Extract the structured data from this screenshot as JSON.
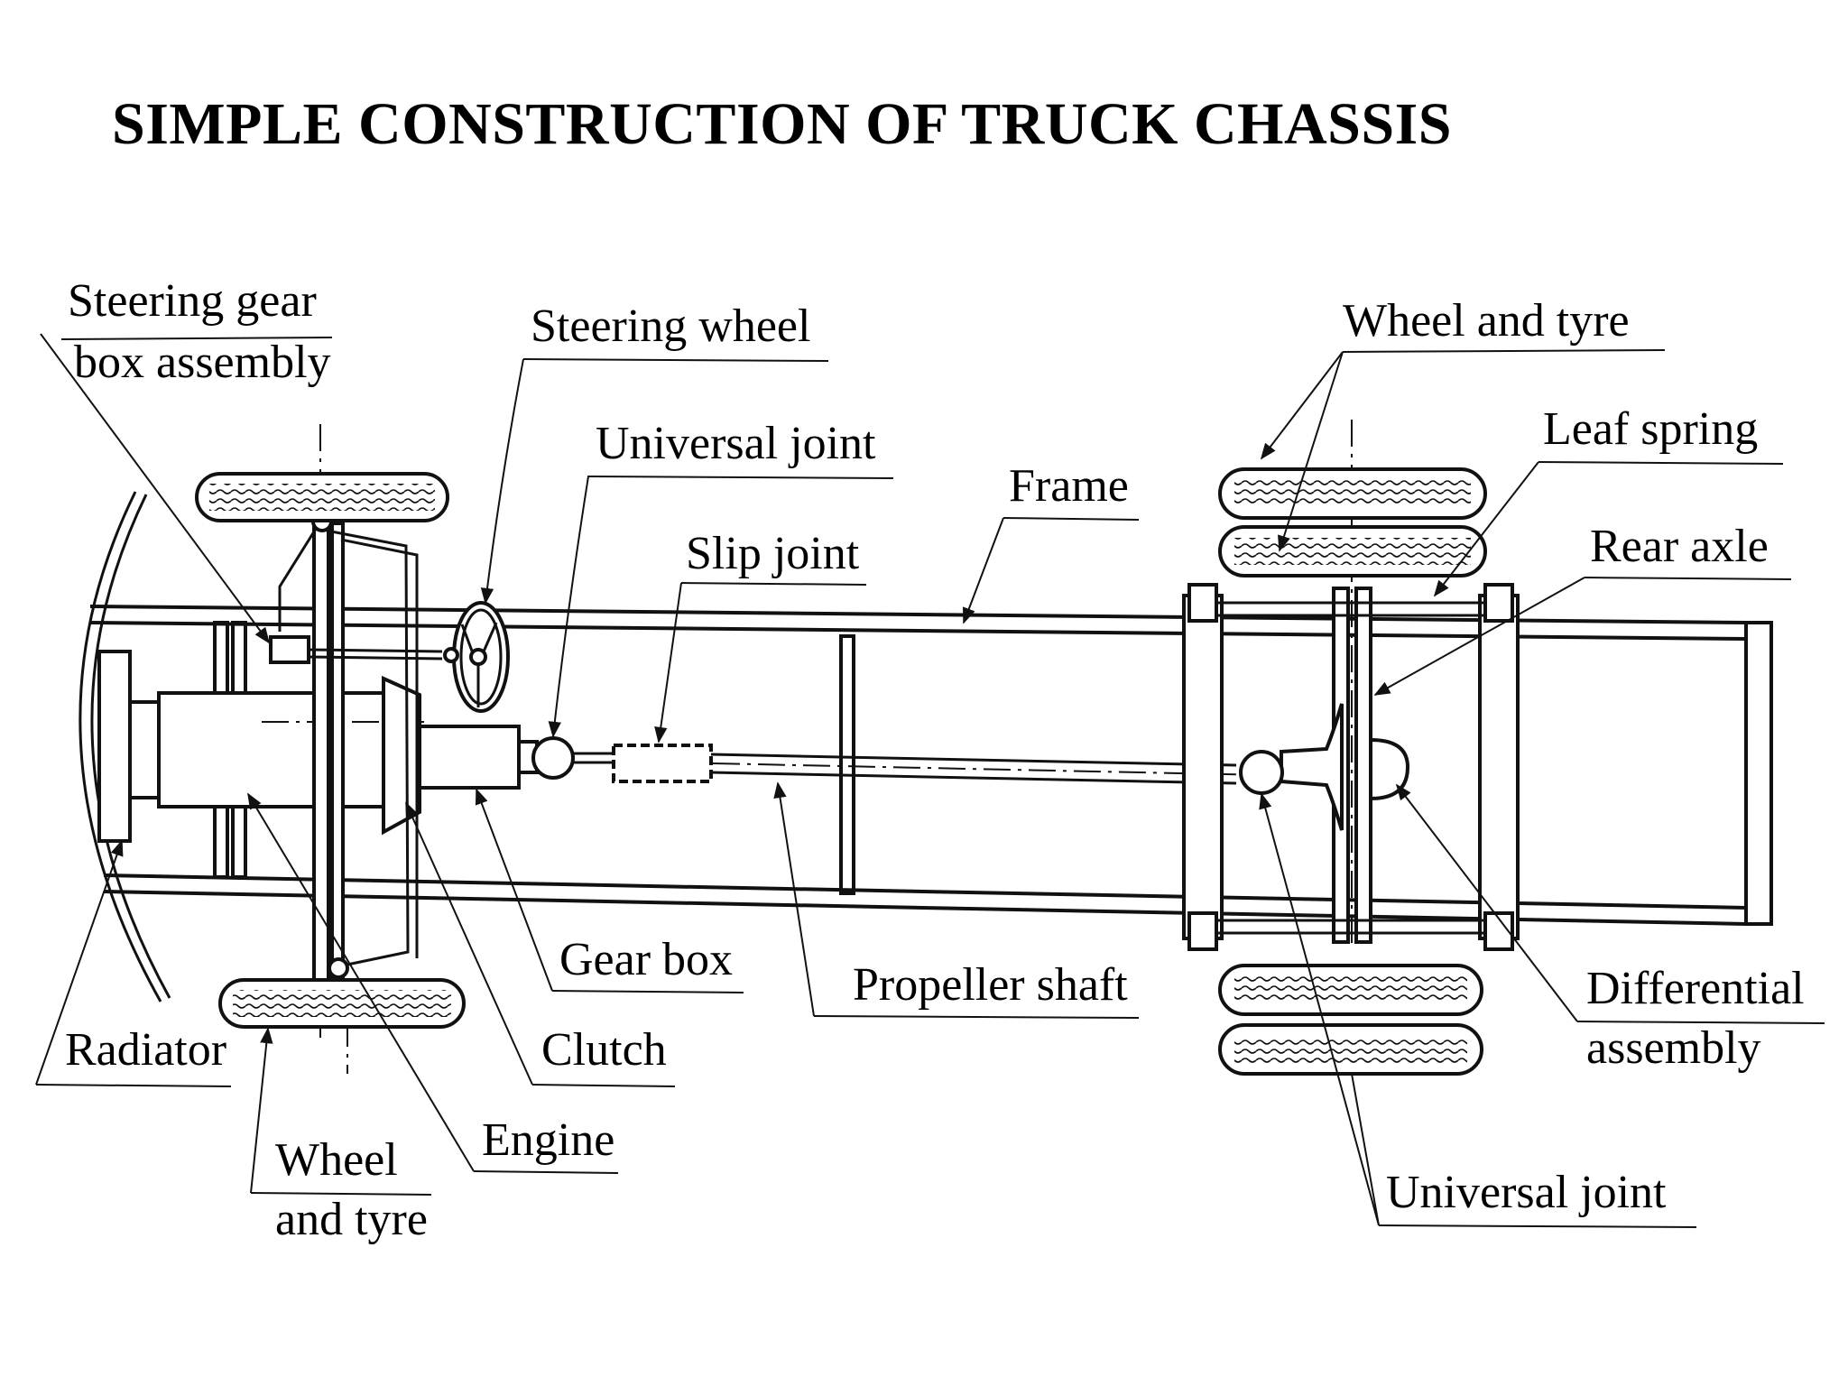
{
  "title": "SIMPLE CONSTRUCTION OF TRUCK CHASSIS",
  "labels": {
    "steering_gear_box_l1": "Steering gear",
    "steering_gear_box_l2": "box assembly",
    "steering_wheel": "Steering wheel",
    "universal_joint_front": "Universal joint",
    "slip_joint": "Slip joint",
    "frame": "Frame",
    "wheel_tyre_rear": "Wheel and tyre",
    "leaf_spring": "Leaf spring",
    "rear_axle": "Rear axle",
    "radiator": "Radiator",
    "wheel_tyre_front_l1": "Wheel",
    "wheel_tyre_front_l2": "and tyre",
    "engine": "Engine",
    "clutch": "Clutch",
    "gear_box": "Gear box",
    "propeller_shaft": "Propeller shaft",
    "differential_l1": "Differential",
    "differential_l2": "assembly",
    "universal_joint_rear": "Universal joint"
  }
}
